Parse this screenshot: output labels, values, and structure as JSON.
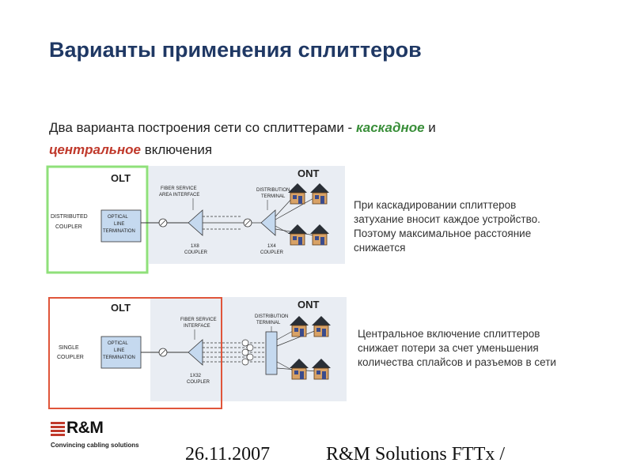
{
  "title": "Варианты применения сплиттеров",
  "intro": {
    "part1": "Два варианта построения сети со сплиттерами - ",
    "cascade": "каскадное",
    "part2": " и",
    "central": "центральное",
    "part3": " включения"
  },
  "diagram_cascade": {
    "olt": "OLT",
    "ont": "ONT",
    "coupler_line1": "DISTRIBUTED",
    "coupler_line2": "COUPLER",
    "olt_term_line1": "OPTICAL",
    "olt_term_line2": "LINE",
    "olt_term_line3": "TERMINATION",
    "fsai_line1": "FIBER SERVICE",
    "fsai_line2": "AREA INTERFACE",
    "dt_line1": "DISTRIBUTION",
    "dt_line2": "TERMINAL",
    "split1_line1": "1X8",
    "split1_line2": "COUPLER",
    "split2_line1": "1X4",
    "split2_line2": "COUPLER",
    "border_color": "#8fe07a"
  },
  "diagram_central": {
    "olt": "OLT",
    "ont": "ONT",
    "coupler_line1": "SINGLE",
    "coupler_line2": "COUPLER",
    "olt_term_line1": "OPTICAL",
    "olt_term_line2": "LINE",
    "olt_term_line3": "TERMINATION",
    "fsi_line1": "FIBER SERVICE",
    "fsi_line2": "INTERFACE",
    "dt_line1": "DISTRIBUTION",
    "dt_line2": "TERMINAL",
    "split_line1": "1X32",
    "split_line2": "COUPLER",
    "border_color": "#e0553a"
  },
  "note_cascade": {
    "line1": "При каскадировании сплиттеров",
    "line2": "затухание вносит каждое устройство.",
    "line3": "Поэтому максимальное расстояние",
    "line4": "снижается"
  },
  "note_central": {
    "line1": "Центральное включение сплиттеров",
    "line2": "снижает потери за счет уменьшения",
    "line3": "количества сплайсов и разъемов в сети"
  },
  "logo": {
    "name": "R&M",
    "tagline": "Convincing cabling solutions"
  },
  "date": "26.11.2007",
  "footer": {
    "line1": "R&M Solutions FTTx /"
  }
}
